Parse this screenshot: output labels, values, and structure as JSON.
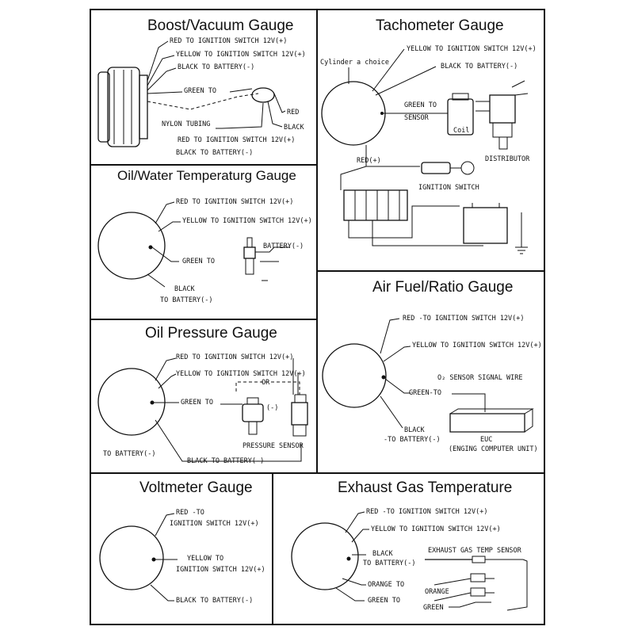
{
  "panels": {
    "boost": {
      "title": "Boost/Vacuum Gauge",
      "labels": {
        "red": "RED  TO IGNITION SWITCH 12V(+)",
        "yellow": "YELLOW  TO IGNITION SWITCH 12V(+)",
        "black": "BLACK  TO BATTERY(-)",
        "green": "GREEN TO",
        "nylon": "NYLON TUBING",
        "red_short": "RED",
        "black_short": "BLACK",
        "red2": "RED  TO IGNITION SWITCH 12V(+)",
        "black2": "BLACK  TO BATTERY(-)"
      }
    },
    "tacho": {
      "title": "Tachometer Gauge",
      "labels": {
        "yellow": "YELLOW  TO IGNITION SWITCH 12V(+)",
        "black": "BLACK  TO BATTERY(-)",
        "cylinder": "Cylinder a choice",
        "green_to": "GREEN TO",
        "sensor": "SENSOR",
        "coil": "Coil",
        "distributor": "DISTRIBUTOR",
        "red": "RED(+)",
        "ignition": "IGNITION SWITCH"
      }
    },
    "oilwater": {
      "title": "Oil/Water Temperaturg Gauge",
      "labels": {
        "red": "RED TO IGNITION SWITCH 12V(+)",
        "yellow": "YELLOW   TO IGNITION SWITCH 12V(+)",
        "battery": "BATTERY(-)",
        "green": "GREEN TO",
        "black": "BLACK",
        "to_battery": "TO BATTERY(-)"
      }
    },
    "oilpress": {
      "title": "Oil Pressure Gauge",
      "labels": {
        "red": "RED TO IGNITION SWITCH 12V(+)",
        "yellow": "YELLOW TO IGNITION SWITCH 12V(+)",
        "or": "OR",
        "green": "GREEN TO",
        "minus": "(-)",
        "pressure": "PRESSURE SENSOR",
        "to_battery": "TO BATTERY(-)",
        "black": "BLACK TO BATTERY(-)"
      }
    },
    "afr": {
      "title": "Air Fuel/Ratio Gauge",
      "labels": {
        "red": "RED -TO IGNITION SWITCH 12V(+)",
        "yellow": "YELLOW   TO IGNITION SWITCH 12V(+)",
        "o2": "O₂ SENSOR SIGNAL WIRE",
        "green": "GREEN-TO",
        "black": "BLACK",
        "to_battery": "-TO BATTERY(-)",
        "euc": "EUC",
        "euc_full": "(ENGING COMPUTER UNIT)"
      }
    },
    "volt": {
      "title": "Voltmeter Gauge",
      "labels": {
        "red": "RED -TO",
        "ign": "IGNITION SWITCH 12V(+)",
        "yellow": "YELLOW  TO",
        "ign2": "IGNITION SWITCH 12V(+)",
        "black": "BLACK TO BATTERY(-)"
      }
    },
    "egt": {
      "title": "Exhaust Gas Temperature",
      "labels": {
        "red": "RED -TO IGNITION SWITCH 12V(+)",
        "yellow": "YELLOW  TO IGNITION SWITCH 12V(+)",
        "black": "BLACK",
        "to_battery": "TO BATTERY(-)",
        "sensor": "EXHAUST GAS TEMP SENSOR",
        "orange_to": "ORANGE TO",
        "orange": "ORANGE",
        "green_to": "GREEN TO",
        "green": "GREEN"
      }
    }
  }
}
